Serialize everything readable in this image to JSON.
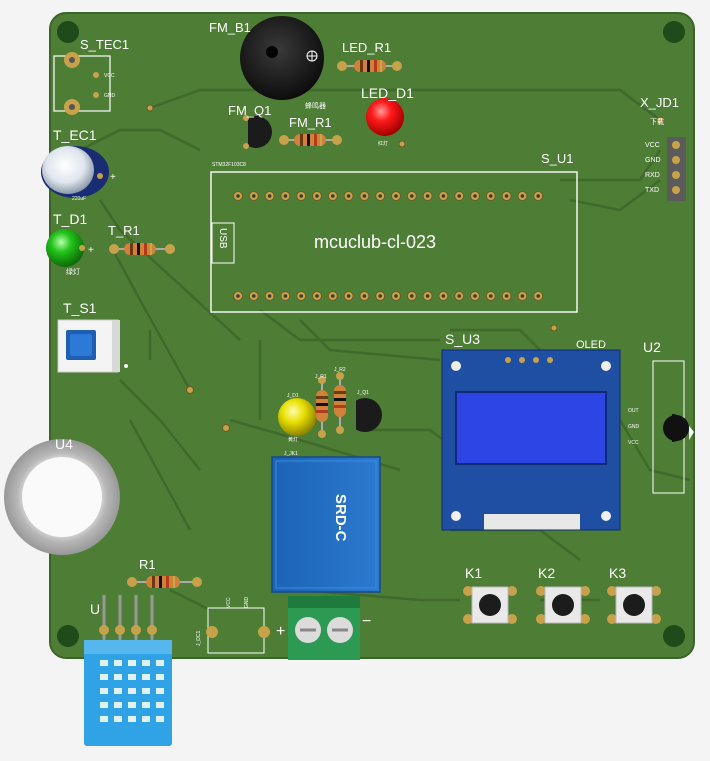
{
  "board": {
    "title": "mcuclub-cl-023",
    "colors": {
      "board": "#4e7d35",
      "trace": "#3f6a2b",
      "silk": "#ffffff",
      "pad": "#c8a24a"
    }
  },
  "components": {
    "s_tec": {
      "label": "S_TEC1",
      "pin1": "VCC",
      "pin2": "GND"
    },
    "t_ec": {
      "label": "T_EC1",
      "value": "220uF",
      "polarity": "+"
    },
    "t_d": {
      "label": "T_D1",
      "note": "绿灯",
      "polarity": "+"
    },
    "t_r": {
      "label": "T_R1"
    },
    "t_s": {
      "label": "T_S1"
    },
    "u4": {
      "label": "U4"
    },
    "r1": {
      "label": "R1"
    },
    "u_dht": {
      "label": "U"
    },
    "fm_b": {
      "label": "FM_B1",
      "note": "蜂鸣器"
    },
    "fm_q": {
      "label": "FM_Q1"
    },
    "fm_r": {
      "label": "FM_R1"
    },
    "led_r": {
      "label": "LED_R1"
    },
    "led_d": {
      "label": "LED_D1",
      "note": "红灯"
    },
    "x_jd": {
      "label": "X_JD1",
      "title": "下载",
      "pins": [
        "VCC",
        "GND",
        "RXD",
        "TXD"
      ]
    },
    "s_u1": {
      "label": "S_U1",
      "usb": "USB",
      "top_note": "STM32F103C8"
    },
    "s_u3": {
      "label": "S_U3",
      "module": "OLED"
    },
    "u2": {
      "label": "U2",
      "pins": [
        "OUT",
        "GND",
        "VCC"
      ]
    },
    "relay": {
      "label": "J_JK1",
      "model": "SRD-C"
    },
    "j_parts": {
      "d": "J_D1",
      "r1": "J_R1",
      "r2": "J_R2",
      "q": "J_Q1",
      "d_note": "黄灯"
    },
    "power": {
      "label": "J_DC1",
      "pin1": "VCC",
      "pin2": "GND",
      "plus": "+",
      "minus": "−"
    },
    "keys": [
      "K1",
      "K2",
      "K3"
    ]
  }
}
